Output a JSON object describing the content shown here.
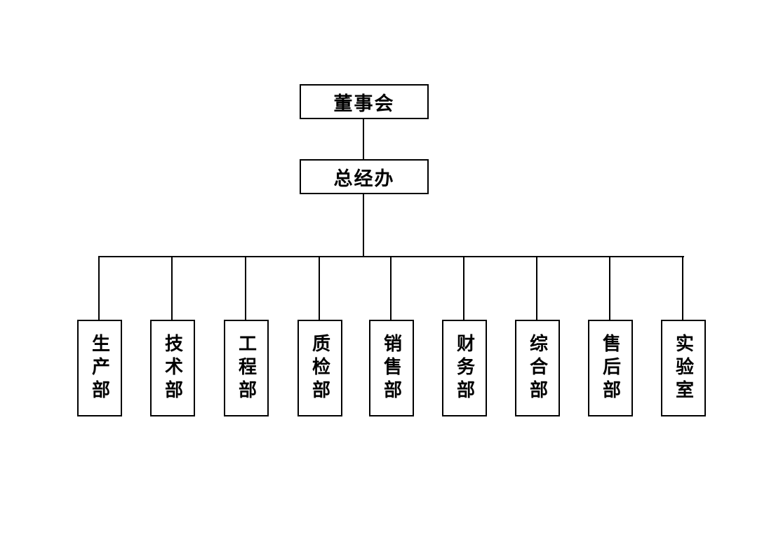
{
  "page": {
    "background_color": "#ffffff",
    "line_color": "#000000",
    "text_color": "#000000"
  },
  "org_chart": {
    "type": "org-tree",
    "levels": 3,
    "level1": {
      "label": "董事会"
    },
    "level2": {
      "label": "总经办"
    },
    "departments": [
      {
        "label": "生产部"
      },
      {
        "label": "技术部"
      },
      {
        "label": "工程部"
      },
      {
        "label": "质检部"
      },
      {
        "label": "销售部"
      },
      {
        "label": "财务部"
      },
      {
        "label": "综合部"
      },
      {
        "label": "售后部"
      },
      {
        "label": "实验室"
      }
    ]
  }
}
